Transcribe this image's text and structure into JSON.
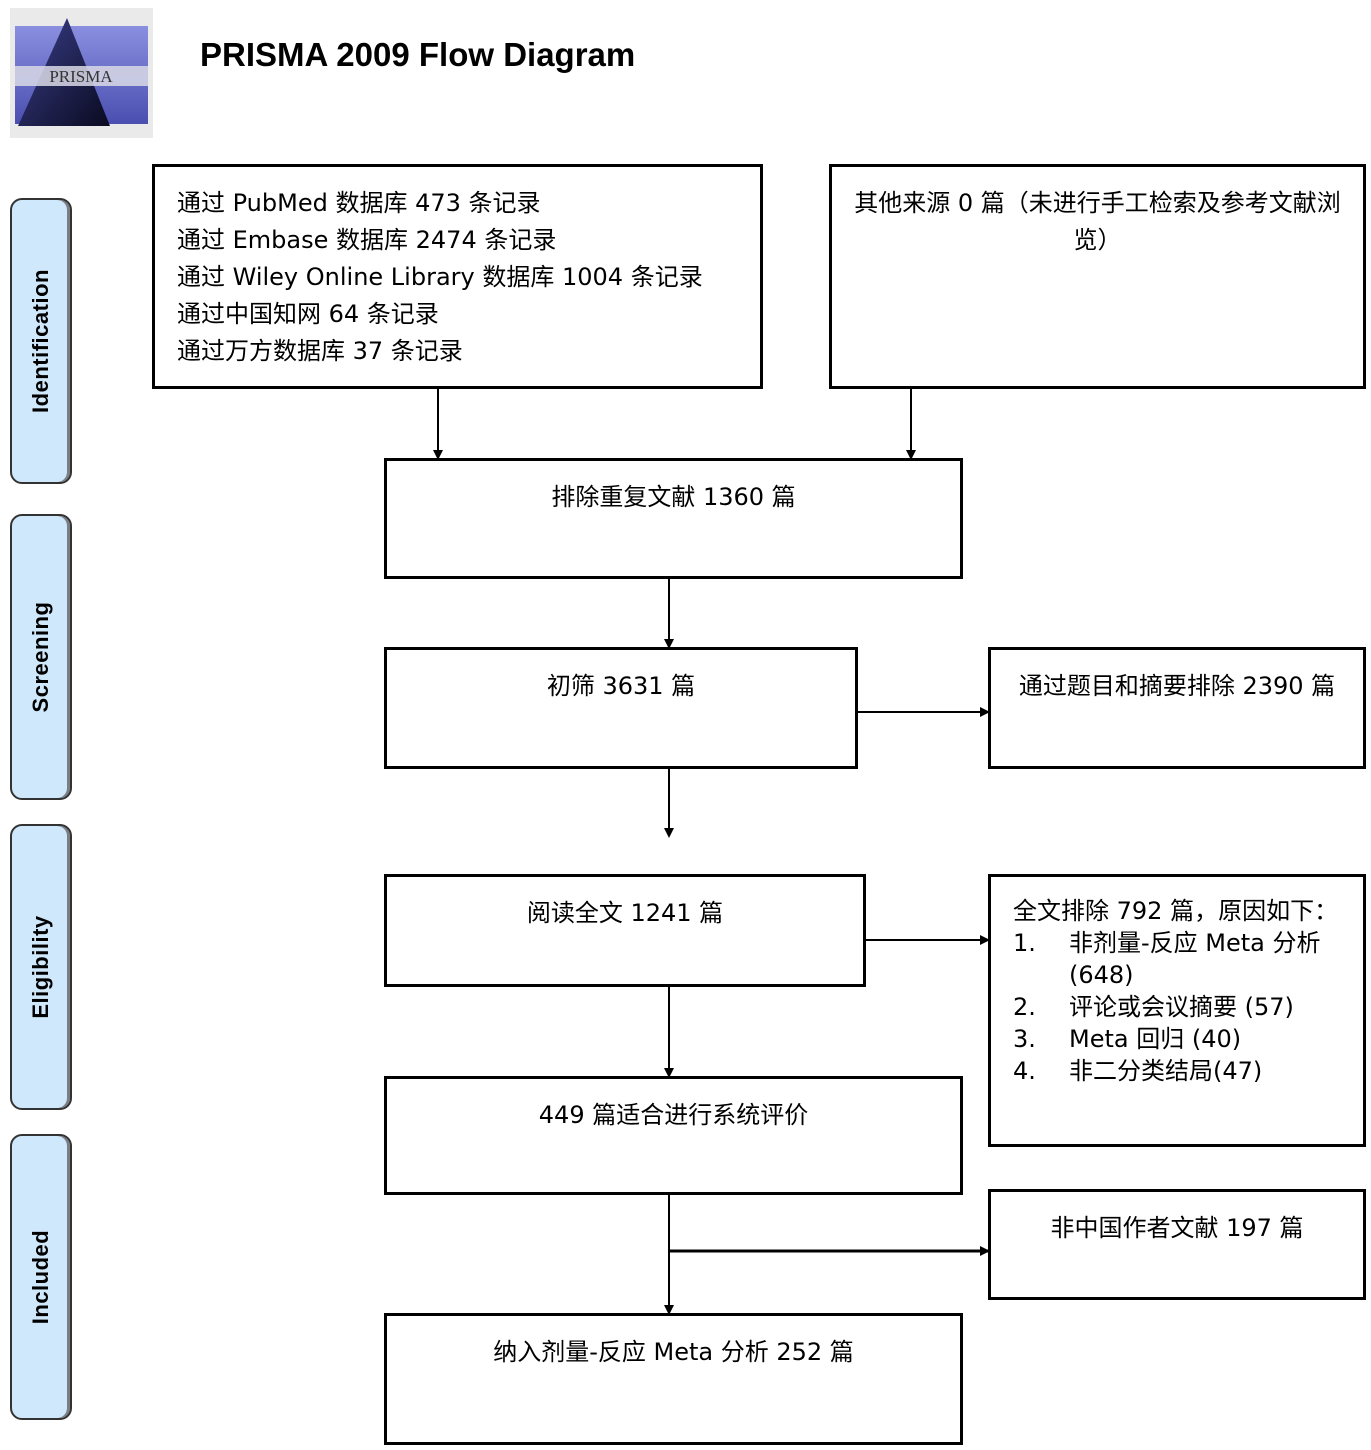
{
  "header": {
    "title": "PRISMA 2009 Flow Diagram",
    "logo_text": "PRISMA"
  },
  "stages": [
    {
      "label": "Identification"
    },
    {
      "label": "Screening"
    },
    {
      "label": "Eligibility"
    },
    {
      "label": "Included"
    }
  ],
  "boxes": {
    "databases": {
      "lines": [
        "通过 PubMed 数据库 473 条记录",
        "通过 Embase 数据库 2474 条记录",
        "通过 Wiley Online Library 数据库 1004 条记录",
        "通过中国知网 64 条记录",
        "通过万方数据库 37 条记录"
      ]
    },
    "other_sources": {
      "text": "其他来源 0 篇（未进行手工检索及参考文献浏览）"
    },
    "duplicates_removed": {
      "text": "排除重复文献 1360 篇"
    },
    "screened": {
      "text": "初筛 3631 篇"
    },
    "excluded_title_abstract": {
      "text": "通过题目和摘要排除 2390 篇"
    },
    "full_text": {
      "text": "阅读全文 1241 篇"
    },
    "full_text_excluded": {
      "heading": "全文排除 792 篇，原因如下：",
      "reasons": [
        {
          "num": "1.",
          "text": "非剂量-反应 Meta 分析 (648)"
        },
        {
          "num": "2.",
          "text": "评论或会议摘要 (57)"
        },
        {
          "num": "3.",
          "text": "Meta 回归 (40)"
        },
        {
          "num": "4.",
          "text": "非二分类结局(47)"
        }
      ]
    },
    "systematic_review": {
      "text": "449 篇适合进行系统评价"
    },
    "non_chinese_excluded": {
      "text": "非中国作者文献 197 篇"
    },
    "included": {
      "text": "纳入剂量-反应 Meta 分析 252 篇"
    }
  }
}
